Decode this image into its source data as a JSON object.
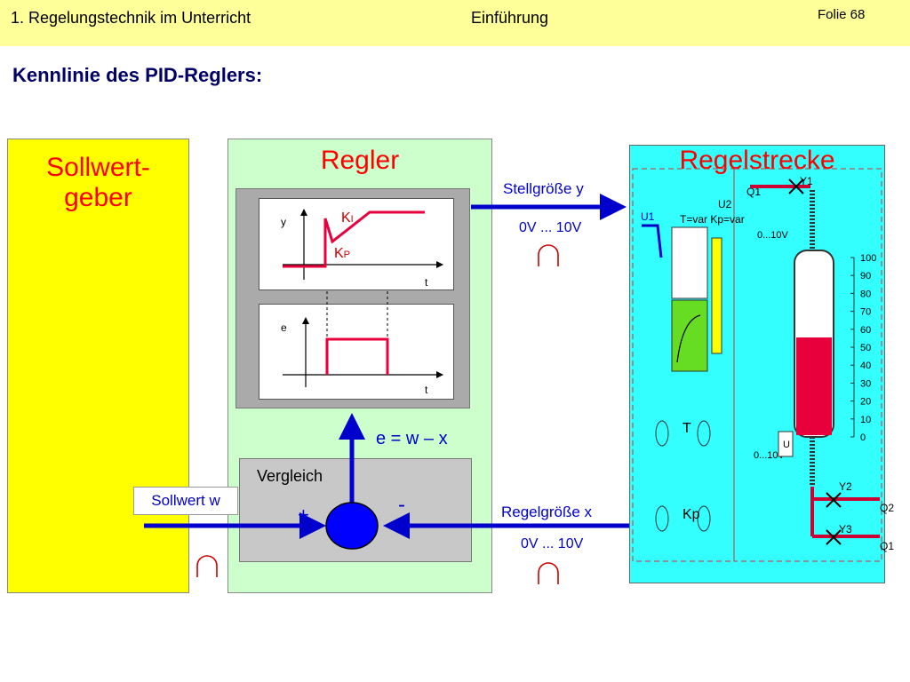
{
  "header": {
    "course": "1. Regelungstechnik im Unterricht",
    "topic": "Einführung",
    "slide": "Folie 68"
  },
  "title": "Kennlinie des PID-Reglers:",
  "blocks": {
    "sollwertgeber_line1": "Sollwert-",
    "sollwertgeber_line2": "geber",
    "regler": "Regler",
    "regelstrecke": "Regelstrecke",
    "vergleich": "Vergleich"
  },
  "signals": {
    "stellgroesse": "Stellgröße y",
    "stellgroesse_range": "0V ... 10V",
    "regelgroesse": "Regelgröße x",
    "regelgroesse_range": "0V ... 10V",
    "sollwert": "Sollwert w",
    "error_eq": "e = w – x",
    "plus": "+",
    "minus": "-"
  },
  "graph_top": {
    "ylabel": "y",
    "xlabel": "t",
    "ki": "K",
    "ki_sub": "I",
    "kp": "K",
    "kp_sub": "P"
  },
  "graph_bottom": {
    "ylabel": "e",
    "xlabel": "t"
  },
  "plant": {
    "q1_top": "Q1",
    "y1": "Y1",
    "u2": "U2",
    "tkp": "T=var Kp=var",
    "u1": "U1",
    "range_top": "0...10V",
    "range_bottom": "0...10V",
    "knob_t": "T",
    "knob_kp": "Kp",
    "u_small": "U",
    "y2": "Y2",
    "y3": "Y3",
    "q2": "Q2",
    "q1_bottom": "Q1",
    "scale": [
      "100",
      "90",
      "80",
      "70",
      "60",
      "50",
      "40",
      "30",
      "20",
      "10",
      "0"
    ],
    "fill_level_percent": 55
  },
  "colors": {
    "header_bg": "#ffff99",
    "signal_blue": "#0000cc",
    "label_red": "#ff0000",
    "sollwertgeber_bg": "#ffff00",
    "regler_bg": "#ccffcc",
    "strecke_bg": "#33ffff",
    "tank_fill": "#e8003c"
  }
}
